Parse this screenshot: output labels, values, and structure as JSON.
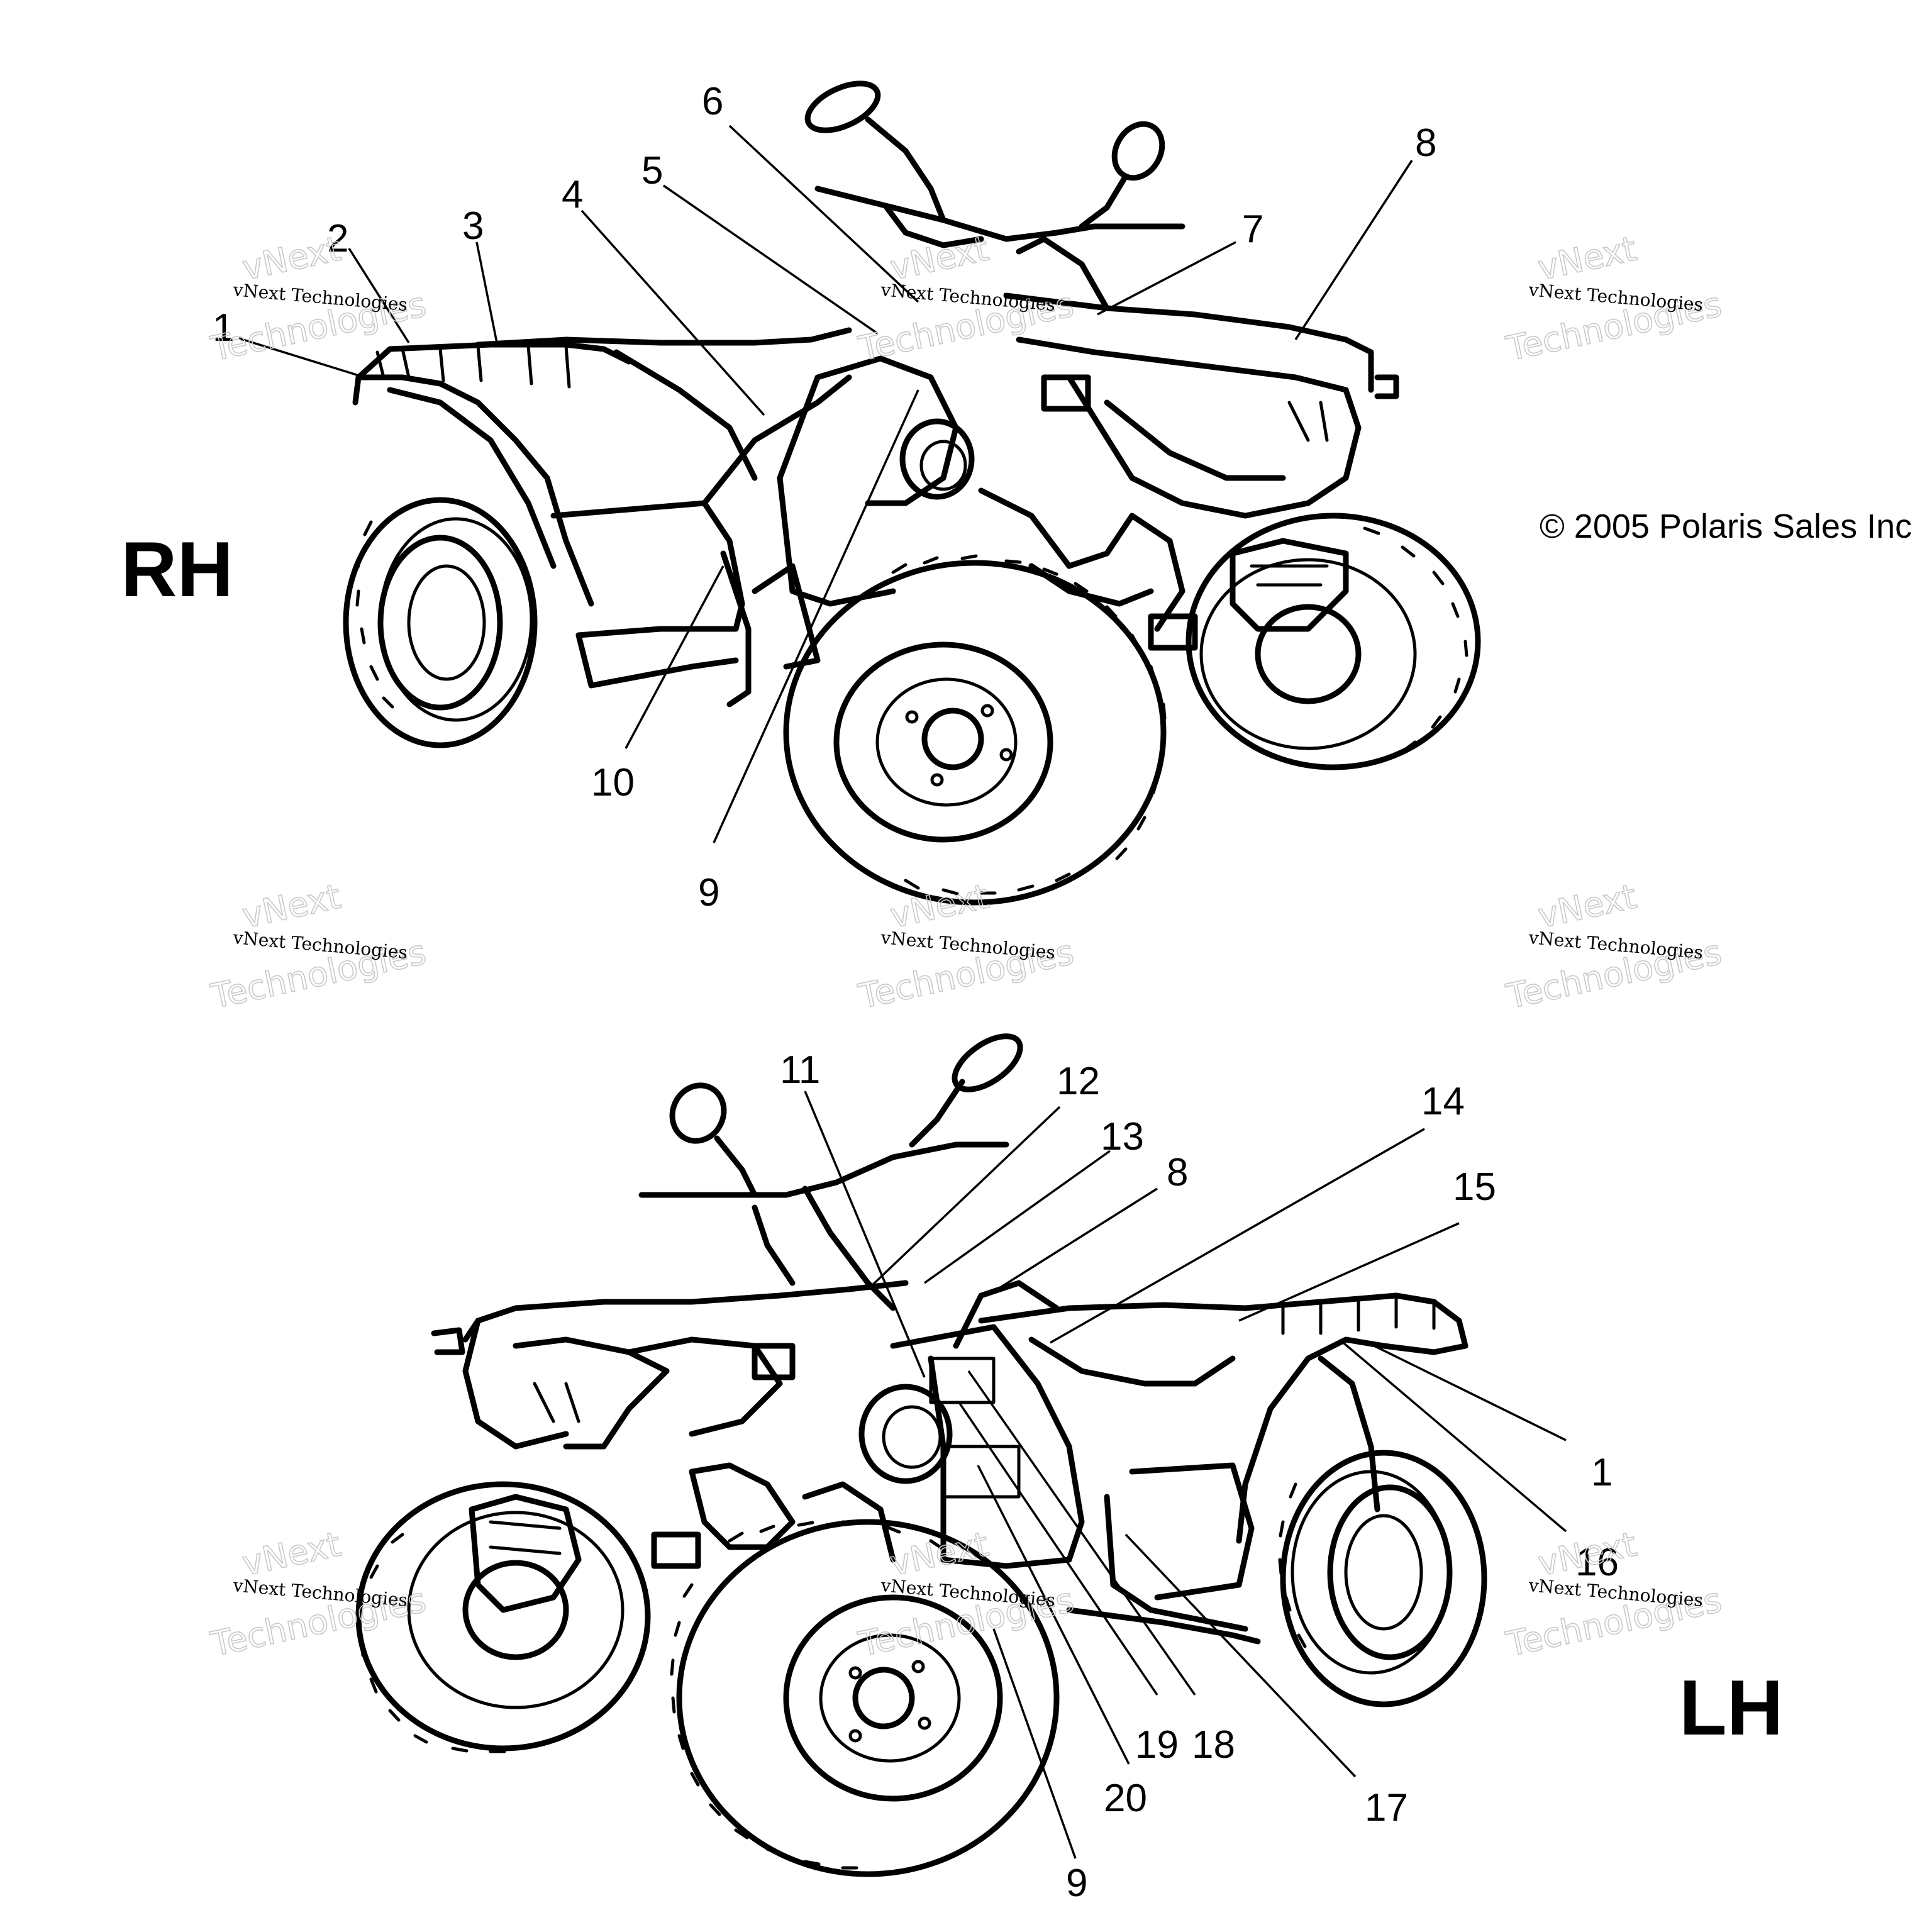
{
  "copyright": "© 2005 Polaris Sales Inc",
  "views": [
    {
      "label": "RH",
      "callouts": [
        "1",
        "2",
        "3",
        "4",
        "5",
        "6",
        "7",
        "8",
        "9",
        "10"
      ]
    },
    {
      "label": "LH",
      "callouts": [
        "11",
        "12",
        "13",
        "8",
        "14",
        "15",
        "1",
        "16",
        "17",
        "18",
        "19",
        "20",
        "9"
      ]
    }
  ],
  "watermark": {
    "line1": "vNext Technologies",
    "line2": "vNext",
    "line3": "Technologies"
  }
}
